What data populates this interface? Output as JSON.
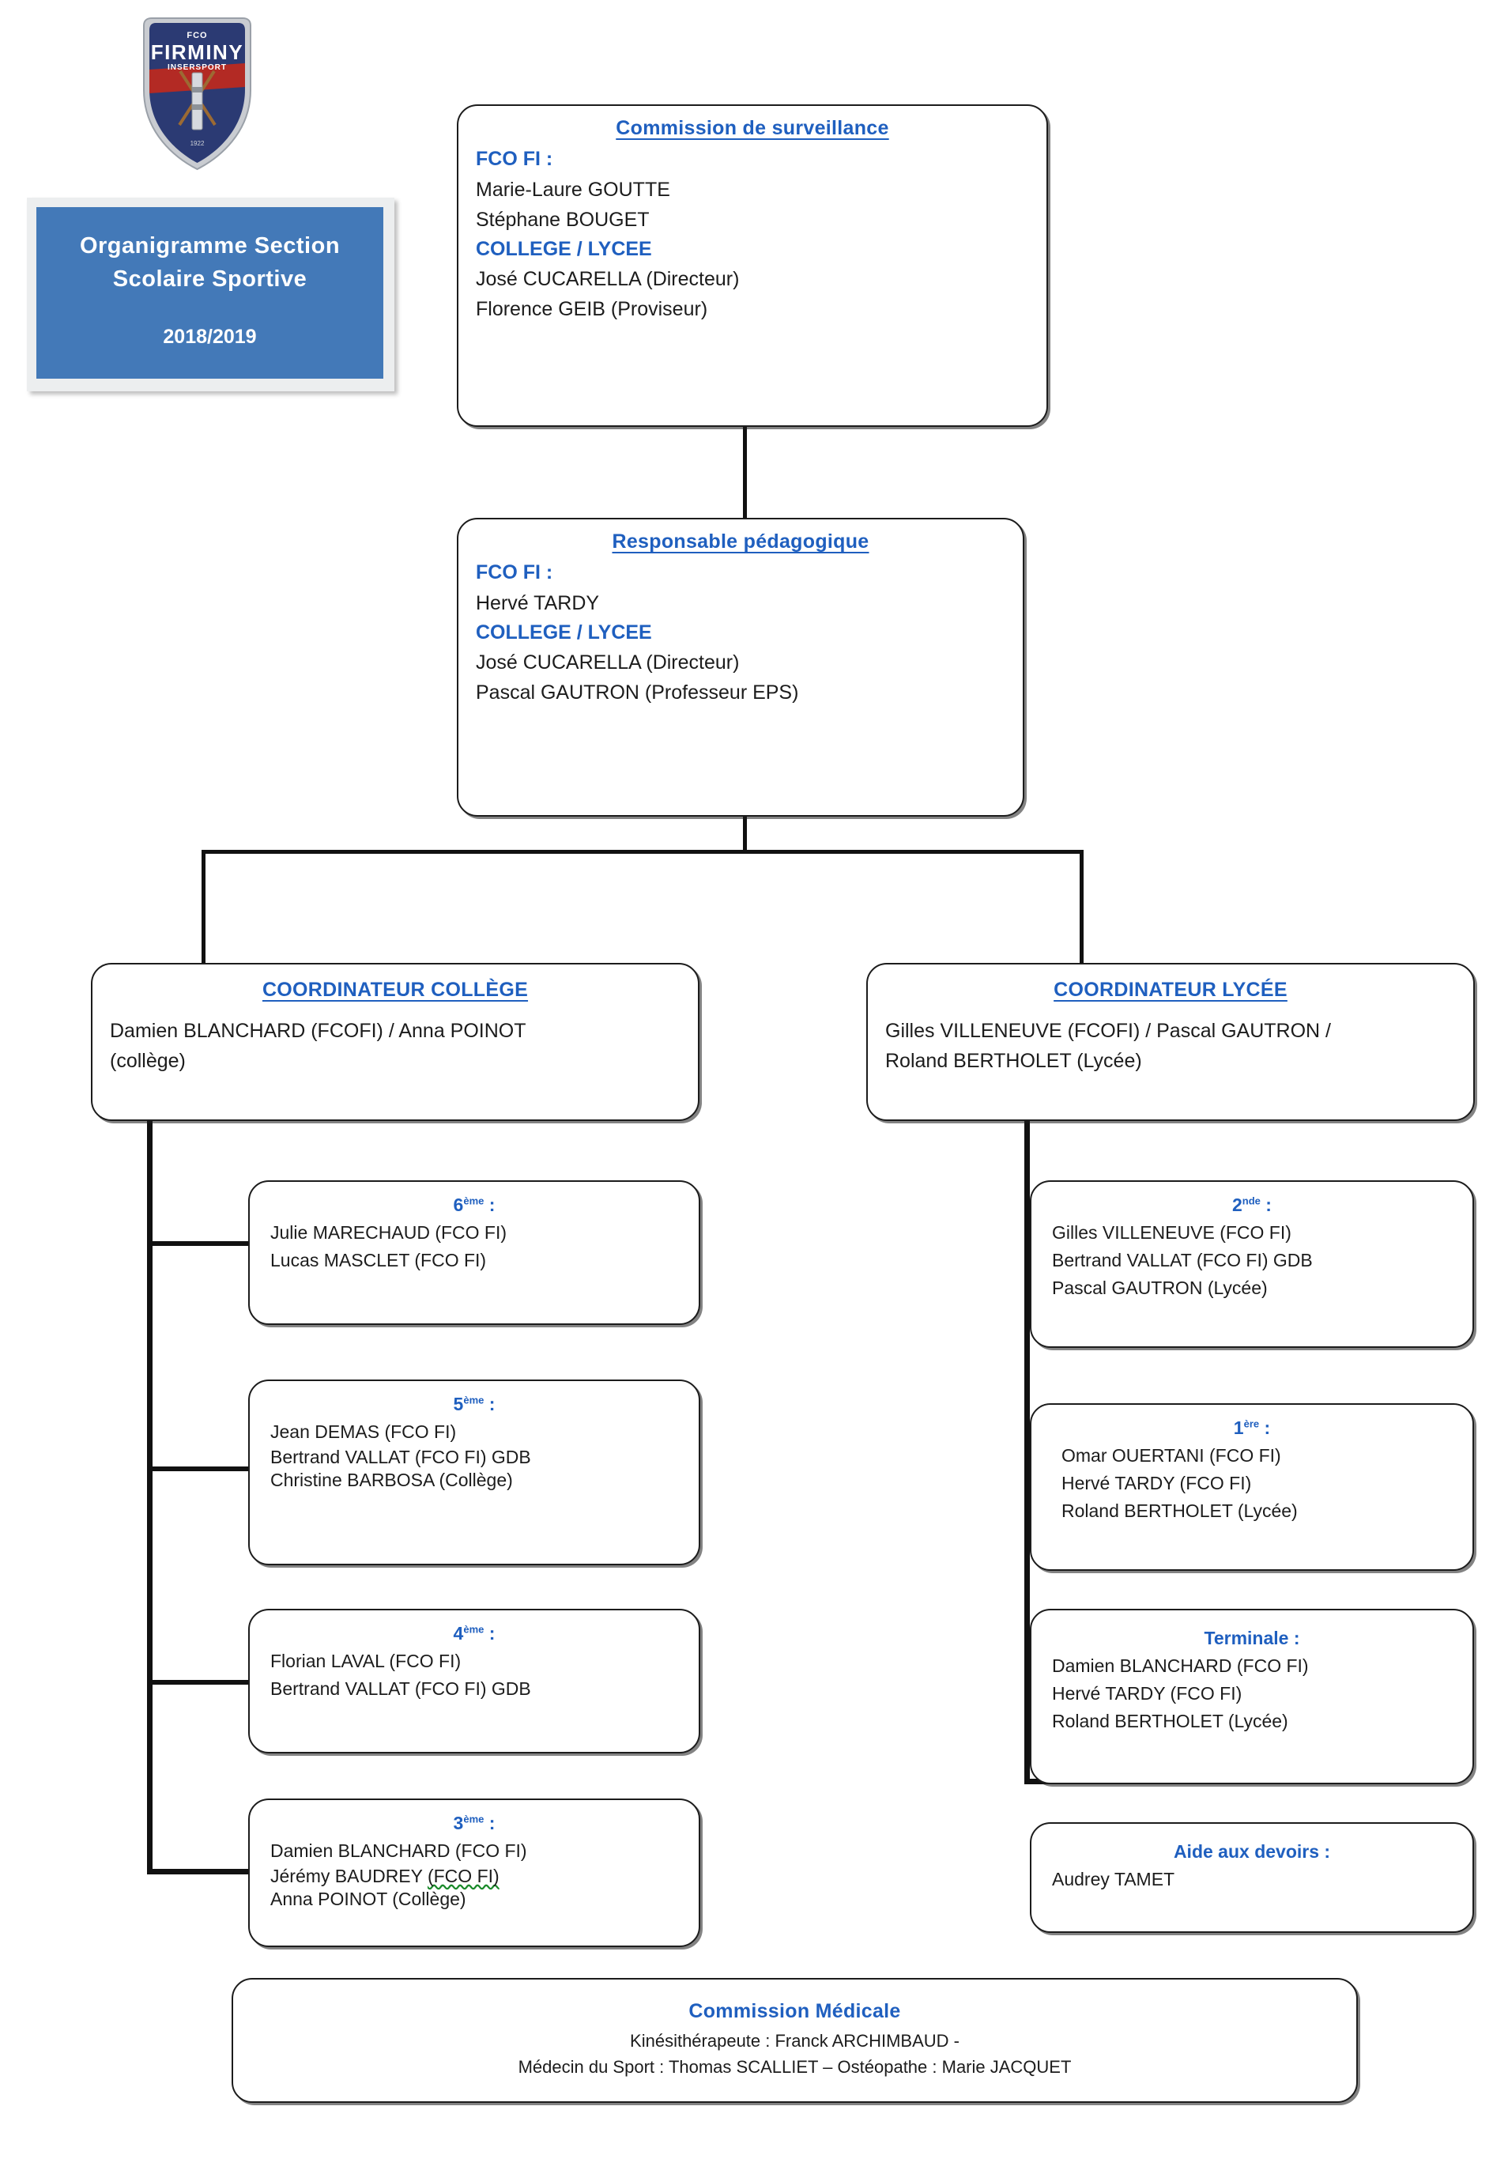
{
  "logo": {
    "name": "fco-firminy-insersport-crest",
    "top_text": "FCO",
    "main_text": "FIRMINY",
    "sub_text": "INSERSPORT",
    "navy": "#2b3a73",
    "red": "#b32a24",
    "silver": "#c9ccd1"
  },
  "title_banner": {
    "line1": "Organigramme Section",
    "line2": "Scolaire Sportive",
    "year": "2018/2019",
    "bg_color": "#4379b8",
    "text_color": "#ffffff"
  },
  "accent_color": "#1f5fbf",
  "nodes": {
    "commission_surveillance": {
      "title": "Commission de surveillance",
      "club_head": "FCO FI :",
      "club_members": [
        "Marie-Laure GOUTTE",
        "Stéphane BOUGET"
      ],
      "school_head": "COLLEGE / LYCEE",
      "school_members": [
        "José CUCARELLA (Directeur)",
        "Florence GEIB  (Proviseur)"
      ]
    },
    "responsable_pedagogique": {
      "title": "Responsable pédagogique",
      "club_head": "FCO FI :",
      "club_members": [
        "Hervé TARDY"
      ],
      "school_head": "COLLEGE / LYCEE",
      "school_members": [
        "José CUCARELLA (Directeur)",
        "Pascal GAUTRON (Professeur EPS)"
      ]
    },
    "coordinateur_college": {
      "title": "COORDINATEUR COLLÈGE",
      "lines": [
        "Damien BLANCHARD (FCOFI) / Anna POINOT",
        "(collège)"
      ]
    },
    "coordinateur_lycee": {
      "title": "COORDINATEUR LYCÉE",
      "lines": [
        "Gilles VILLENEUVE (FCOFI) / Pascal GAUTRON /",
        "Roland BERTHOLET (Lycée)"
      ]
    },
    "sixieme": {
      "grade": "6",
      "grade_sup": "ème",
      "grade_suffix": " :",
      "members": [
        "Julie MARECHAUD (FCO FI)",
        "Lucas MASCLET (FCO FI)"
      ]
    },
    "cinquieme": {
      "grade": "5",
      "grade_sup": "ème",
      "grade_suffix": " :",
      "members": [
        "Jean DEMAS (FCO FI)",
        "Bertrand VALLAT (FCO FI) GDB",
        "Christine BARBOSA (Collège)"
      ]
    },
    "quatrieme": {
      "grade": "4",
      "grade_sup": "ème",
      "grade_suffix": " :",
      "members": [
        "Florian LAVAL (FCO FI)",
        "Bertrand VALLAT (FCO FI) GDB"
      ]
    },
    "troisieme": {
      "grade": "3",
      "grade_sup": "ème",
      "grade_suffix": " :",
      "members": [
        "Damien BLANCHARD (FCO FI)",
        "Anna POINOT (Collège)"
      ],
      "spellchecked_member": "Jérémy BAUDREY (FCO FI)",
      "spellchecked_member_plain": "Jérémy BAUDREY ",
      "spellchecked_member_marked": "(FCO FI)"
    },
    "seconde": {
      "grade": "2",
      "grade_sup": "nde",
      "grade_suffix": " :",
      "members": [
        "Gilles VILLENEUVE (FCO FI)",
        "Bertrand VALLAT (FCO FI) GDB",
        "Pascal GAUTRON (Lycée)"
      ]
    },
    "premiere": {
      "grade": "1",
      "grade_sup": "ère",
      "grade_suffix": " :",
      "members": [
        "Omar OUERTANI (FCO FI)",
        "Hervé TARDY (FCO FI)",
        "Roland BERTHOLET (Lycée)"
      ]
    },
    "terminale": {
      "grade": "Terminale",
      "grade_sup": "",
      "grade_suffix": " :",
      "members": [
        "Damien BLANCHARD (FCO FI)",
        "Hervé TARDY (FCO FI)",
        "Roland BERTHOLET (Lycée)"
      ]
    },
    "aide_devoirs": {
      "title": "Aide aux devoirs :",
      "members": [
        "Audrey TAMET"
      ]
    },
    "commission_medicale": {
      "title": "Commission Médicale",
      "lines": [
        "Kinésithérapeute : Franck ARCHIMBAUD -",
        "Médecin du Sport : Thomas SCALLIET – Ostéopathe : Marie JACQUET"
      ]
    }
  }
}
